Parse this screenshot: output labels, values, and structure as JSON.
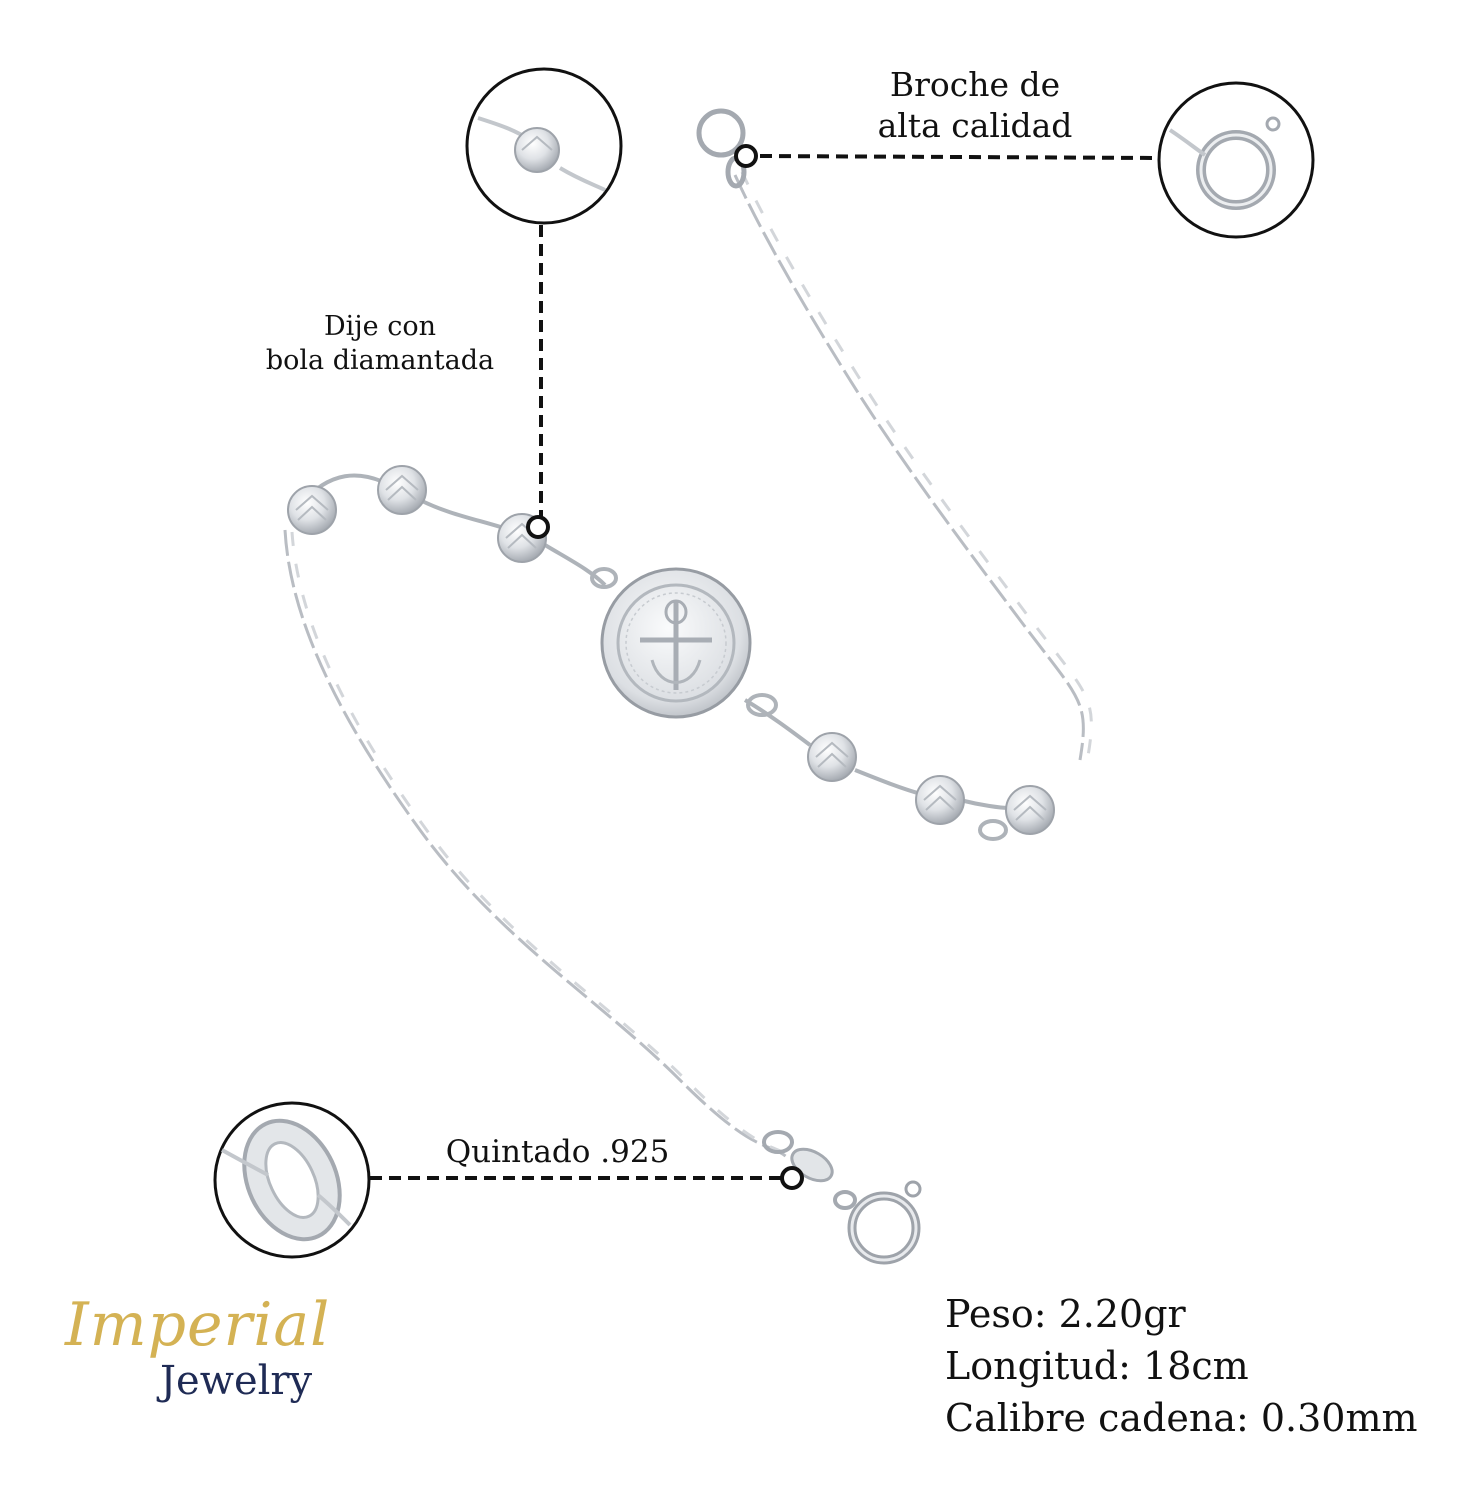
{
  "callouts": {
    "clasp": {
      "line1": "Broche de",
      "line2": "alta calidad"
    },
    "charm": {
      "line1": "Dije con",
      "line2": "bola diamantada"
    },
    "stamp": {
      "line1": "Quintado .925"
    }
  },
  "specs": {
    "weight": "Peso: 2.20gr",
    "length": "Longitud: 18cm",
    "gauge": "Calibre cadena: 0.30mm"
  },
  "brand": {
    "script": "Imperial",
    "word": "Jewelry",
    "gold_color": "#d4b254",
    "navy_color": "#1f2b55"
  },
  "colors": {
    "silver": "#c9ccd1",
    "silver_dark": "#8f949b",
    "ink": "#111111"
  }
}
